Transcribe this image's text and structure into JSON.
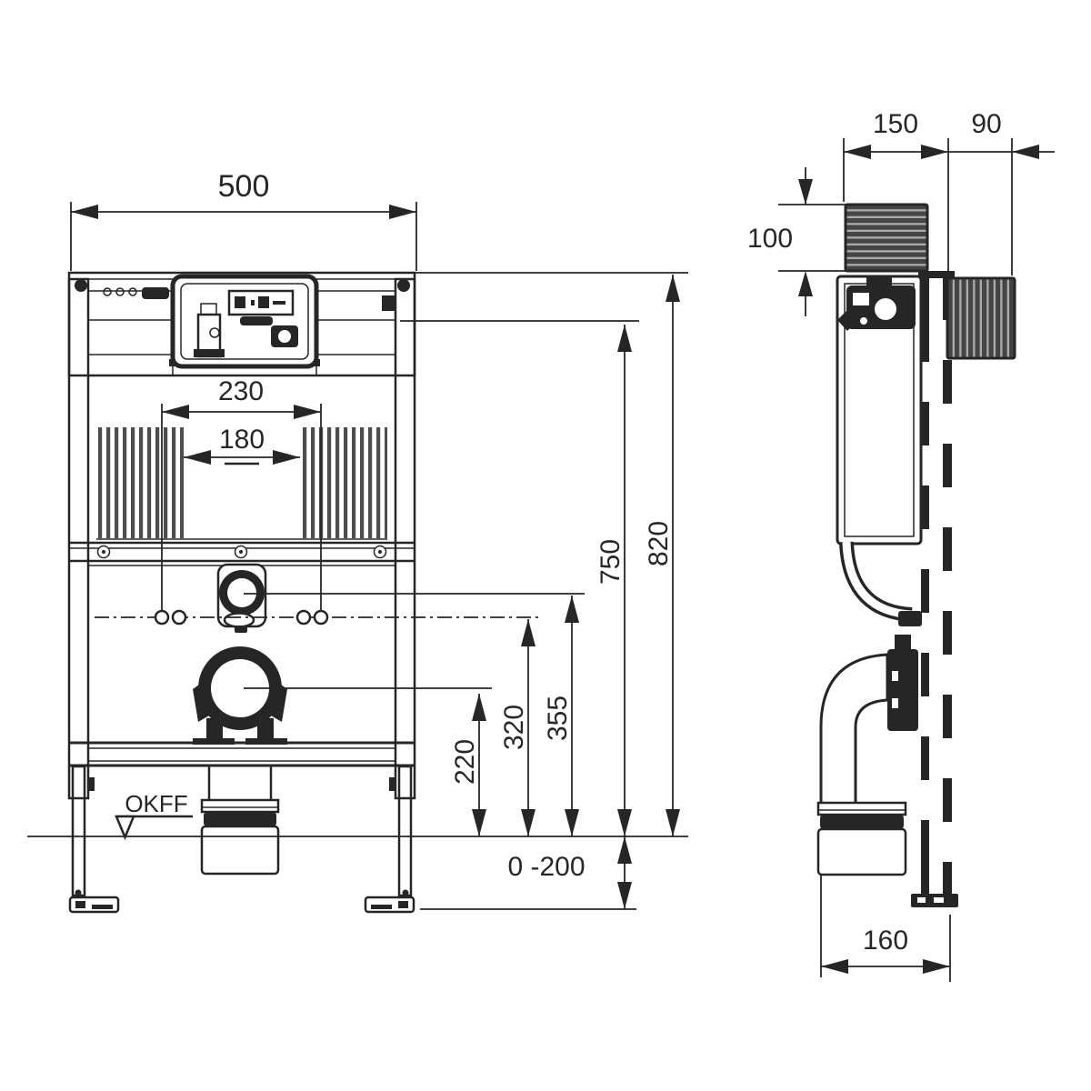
{
  "drawing_title": "wall-installation-frame-dimension-drawing",
  "views": {
    "front": {
      "dimensions": {
        "frame_width": "500",
        "rod_spacing": "230",
        "inner_spacing": "180",
        "frame_height": "820",
        "cistern_top_height": "750",
        "supply_height": "355",
        "fixing_height": "320",
        "outlet_height": "220",
        "floor_adjust_range": "0 -200",
        "floor_level_label": "OKFF"
      }
    },
    "side": {
      "dimensions": {
        "frame_depth": "150",
        "conduit_depth": "90",
        "cover_height": "100",
        "drain_offset": "160"
      }
    }
  },
  "colors": {
    "line": "#262626",
    "background": "#ffffff",
    "rib_fill": "#4d4d4d",
    "box_fill": "#454545"
  }
}
